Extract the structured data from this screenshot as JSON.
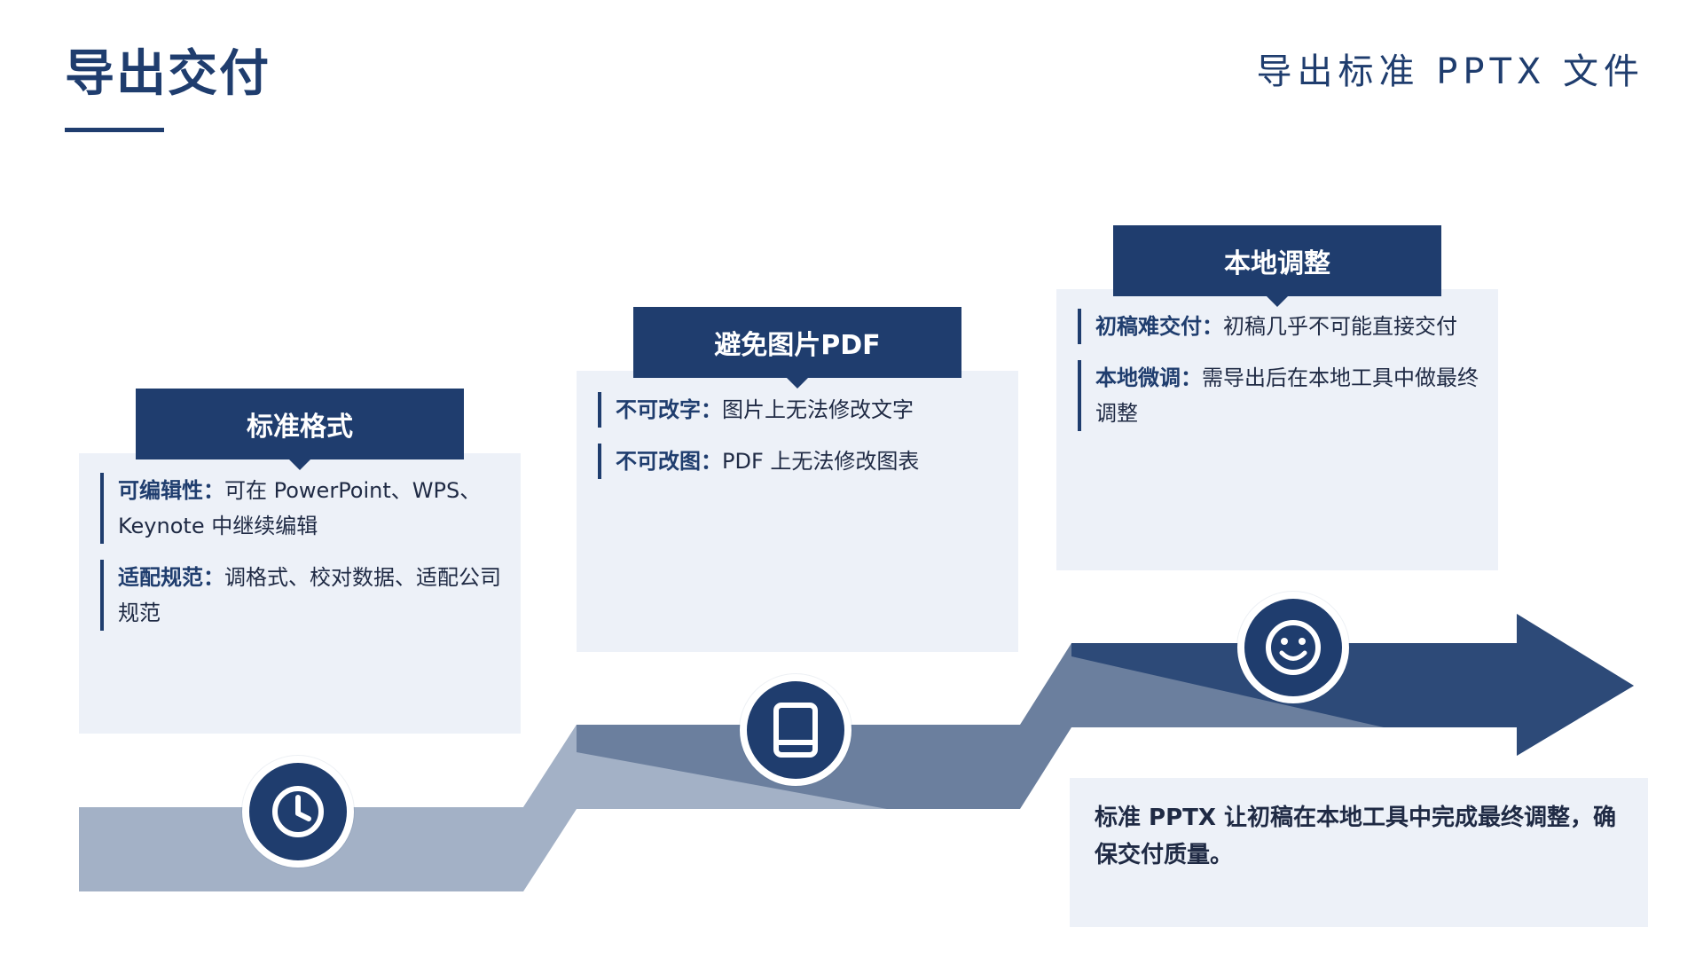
{
  "header": {
    "title": "导出交付",
    "subtitle": "导出标准 PPTX 文件"
  },
  "colors": {
    "primary": "#1f3d6e",
    "card_bg": "#edf1f8",
    "step_light": "#a3b1c6",
    "step_mid": "#6b7f9e",
    "step_dark": "#2d4a78"
  },
  "steps": [
    {
      "heading": "标准格式",
      "icon": "clock-icon",
      "points": [
        {
          "title": "可编辑性：",
          "text": "可在 PowerPoint、WPS、Keynote 中继续编辑"
        },
        {
          "title": "适配规范：",
          "text": "调格式、校对数据、适配公司规范"
        }
      ]
    },
    {
      "heading": "避免图片PDF",
      "icon": "book-icon",
      "points": [
        {
          "title": "不可改字：",
          "text": "图片上无法修改文字"
        },
        {
          "title": "不可改图：",
          "text": "PDF 上无法修改图表"
        }
      ]
    },
    {
      "heading": "本地调整",
      "icon": "smile-icon",
      "points": [
        {
          "title": "初稿难交付：",
          "text": "初稿几乎不可能直接交付"
        },
        {
          "title": "本地微调：",
          "text": "需导出后在本地工具中做最终调整"
        }
      ]
    }
  ],
  "summary": "标准 PPTX 让初稿在本地工具中完成最终调整，确保交付质量。"
}
